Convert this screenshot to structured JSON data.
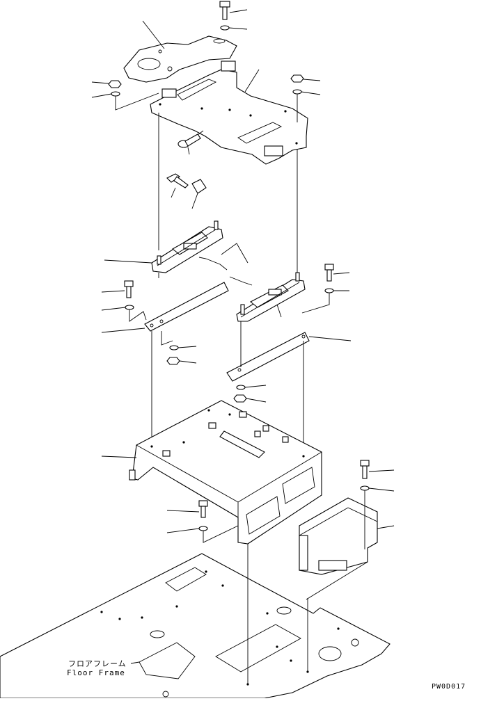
{
  "figure": {
    "part_callout_jp": "フロアフレーム",
    "part_callout_en": "Floor Frame",
    "drawing_code": "PW0D017"
  }
}
